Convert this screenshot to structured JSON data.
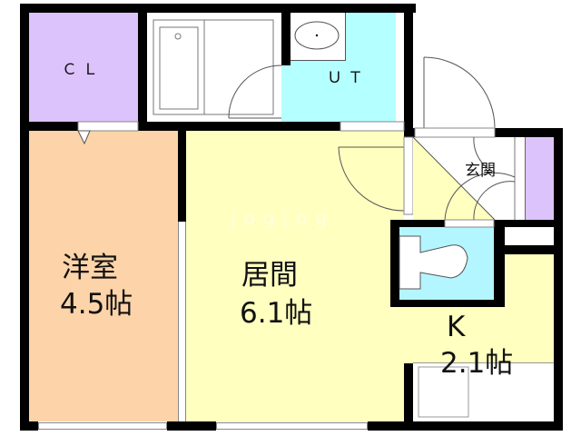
{
  "floor_plan": {
    "rooms": [
      {
        "id": "closet",
        "label": "ＣＬ",
        "color": "#dcc3fb"
      },
      {
        "id": "bath",
        "label": "",
        "color": "#ffffff"
      },
      {
        "id": "utility",
        "label": "ＵＴ",
        "color": "#b4ffff"
      },
      {
        "id": "western_room",
        "label_line1": "洋室",
        "label_line2": "4.5帖",
        "color": "#fdd4a9"
      },
      {
        "id": "living",
        "label_line1": "居間",
        "label_line2": "6.1帖",
        "color": "#ffffc0"
      },
      {
        "id": "entrance",
        "label": "玄関",
        "color": "#ffffff"
      },
      {
        "id": "toilet",
        "label": "",
        "color": "#b4f6ff"
      },
      {
        "id": "kitchen",
        "label_line1": "K",
        "label_line2": "2.1帖",
        "color": "#ffffc0"
      },
      {
        "id": "shoe_storage",
        "label": "",
        "color": "#dcc3fb"
      }
    ],
    "labels": {
      "closet": "ＣＬ",
      "utility": "ＵＴ",
      "western_room_name": "洋室",
      "western_room_size": "4.5帖",
      "living_name": "居間",
      "living_size": "6.1帖",
      "entrance": "玄関",
      "kitchen_name": "K",
      "kitchen_size": "2.1帖"
    },
    "watermark": "jogjog",
    "colors": {
      "wall": "#000000",
      "closet": "#dcc3fb",
      "utility": "#b4ffff",
      "toilet": "#b4f6ff",
      "western_room": "#fdd4a9",
      "living": "#ffffc0",
      "kitchen": "#ffffc0",
      "white": "#ffffff"
    }
  }
}
